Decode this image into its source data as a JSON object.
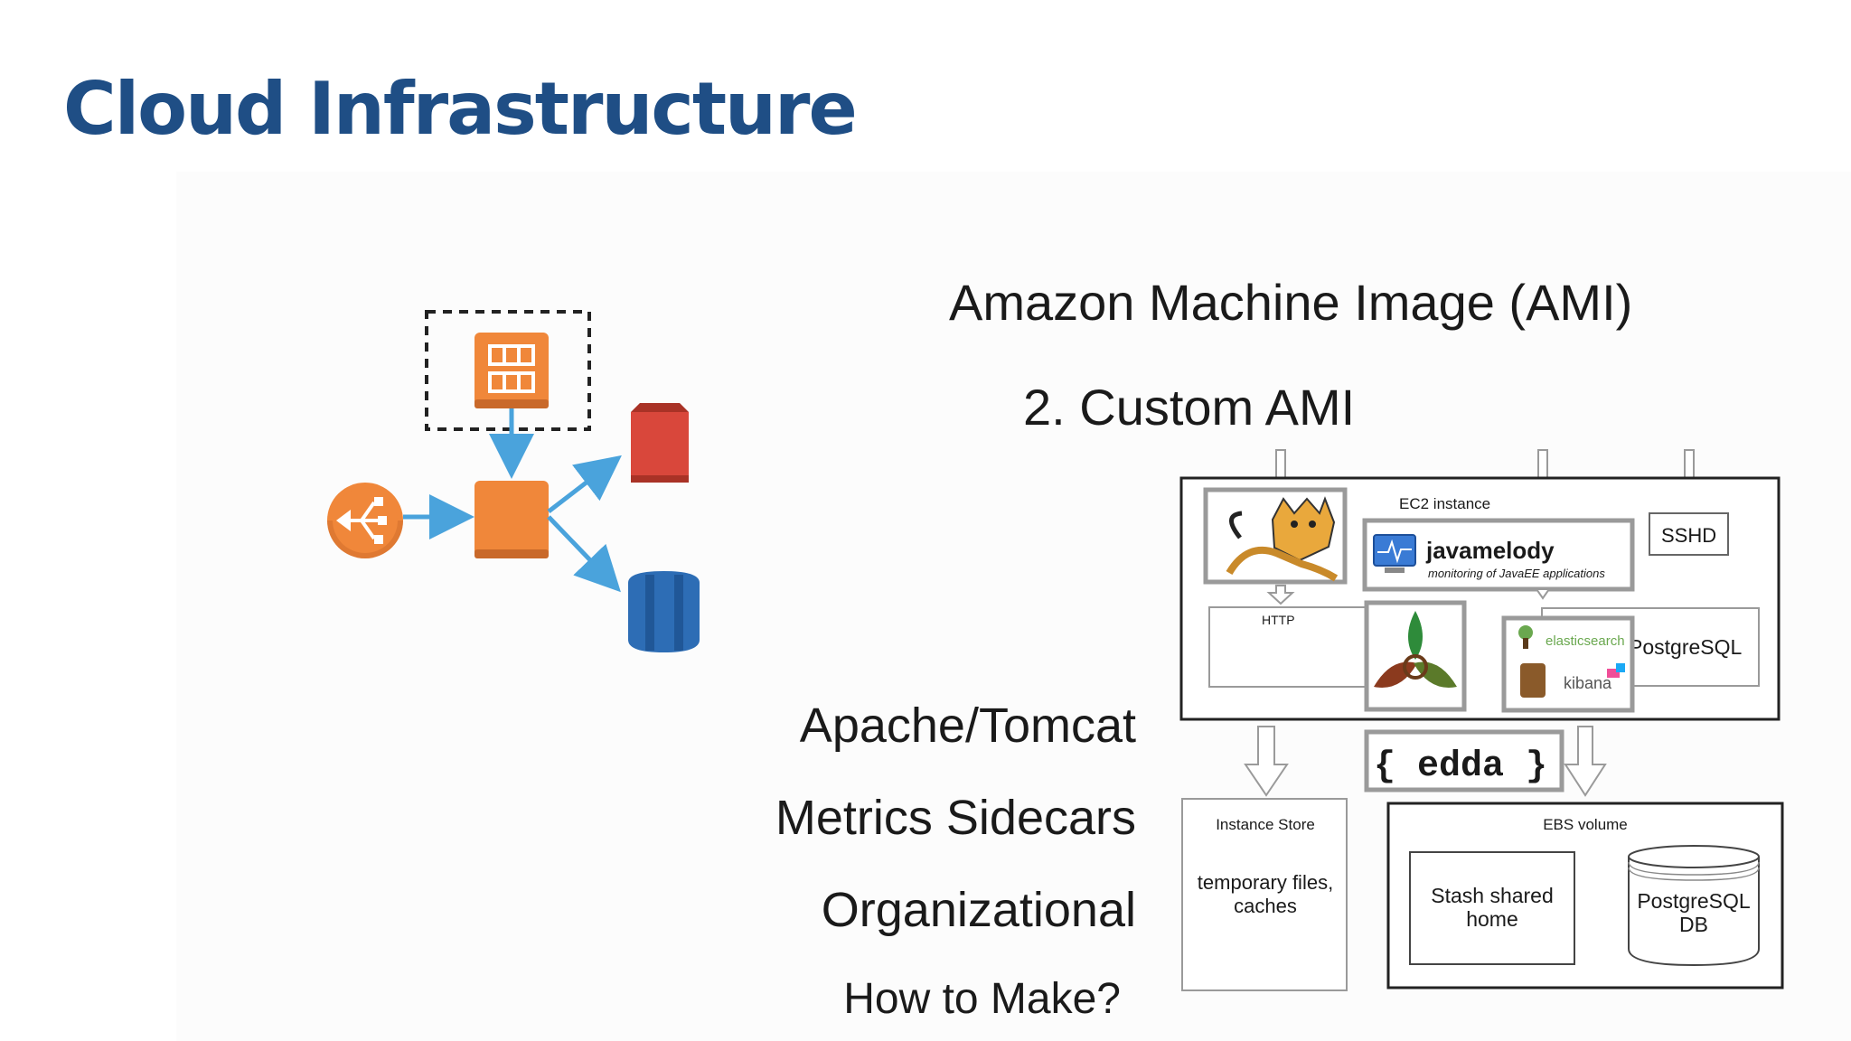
{
  "slide": {
    "title": "Cloud Infrastructure",
    "ami_heading": "Amazon Machine Image (AMI)",
    "ami_subheading": "2. Custom AMI",
    "labels": [
      "Apache/Tomcat",
      "Metrics Sidecars",
      "Organizational",
      "How to Make?"
    ]
  },
  "colors": {
    "title": "#1f4e85",
    "aws_orange": "#f0873a",
    "aws_red": "#d9473b",
    "aws_blue": "#2d6db5",
    "arrow": "#4aa3dc"
  },
  "aws_icons": [
    "auto-scaling-group-icon",
    "load-balancer-icon",
    "ec2-instance-icon",
    "s3-bucket-icon",
    "rds-database-icon"
  ],
  "diagram": {
    "ec2_label": "EC2 instance",
    "javamelody_name": "javamelody",
    "javamelody_tagline": "monitoring of JavaEE applications",
    "sshd": "SSHD",
    "http": "HTTP",
    "postgres": "PostgreSQL",
    "elasticsearch": "elasticsearch",
    "kibana": "kibana",
    "edda": "{ edda }",
    "instance_store_title": "Instance Store",
    "instance_store_body_1": "temporary files,",
    "instance_store_body_2": "caches",
    "ebs_title": "EBS volume",
    "stash_1": "Stash shared",
    "stash_2": "home",
    "pg_db_1": "PostgreSQL",
    "pg_db_2": "DB"
  }
}
